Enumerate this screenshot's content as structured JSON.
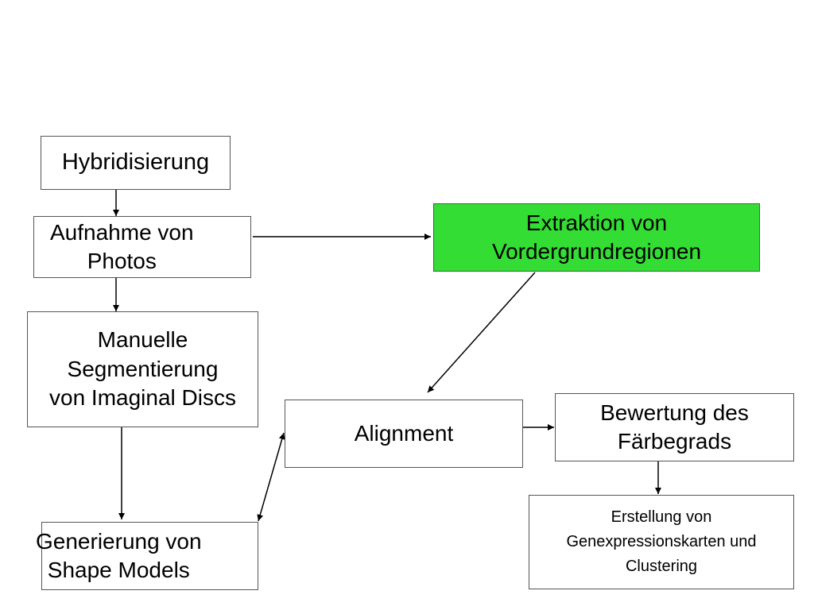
{
  "nodes": {
    "hybridisierung": {
      "lines": [
        "Hybridisierung"
      ]
    },
    "aufnahme": {
      "lines": [
        "Aufnahme von",
        "Photos"
      ]
    },
    "extraktion": {
      "lines": [
        "Extraktion von",
        "Vordergrundregionen"
      ],
      "fill": "#33dd33"
    },
    "segmentierung": {
      "lines": [
        "Manuelle",
        "Segmentierung",
        "von Imaginal Discs"
      ]
    },
    "alignment": {
      "lines": [
        "Alignment"
      ]
    },
    "bewertung": {
      "lines": [
        "Bewertung des",
        "Färbegrads"
      ]
    },
    "generierung": {
      "lines": [
        "Generierung von",
        "Shape Models"
      ]
    },
    "erstellung": {
      "lines": [
        "Erstellung von",
        "Genexpressionskarten und",
        "Clustering"
      ]
    }
  },
  "edges": [
    {
      "from": "hybridisierung",
      "to": "aufnahme"
    },
    {
      "from": "aufnahme",
      "to": "extraktion"
    },
    {
      "from": "aufnahme",
      "to": "segmentierung"
    },
    {
      "from": "extraktion",
      "to": "alignment"
    },
    {
      "from": "segmentierung",
      "to": "generierung"
    },
    {
      "from": "generierung",
      "to": "alignment",
      "bidirectional": true
    },
    {
      "from": "alignment",
      "to": "bewertung"
    },
    {
      "from": "bewertung",
      "to": "erstellung"
    }
  ]
}
